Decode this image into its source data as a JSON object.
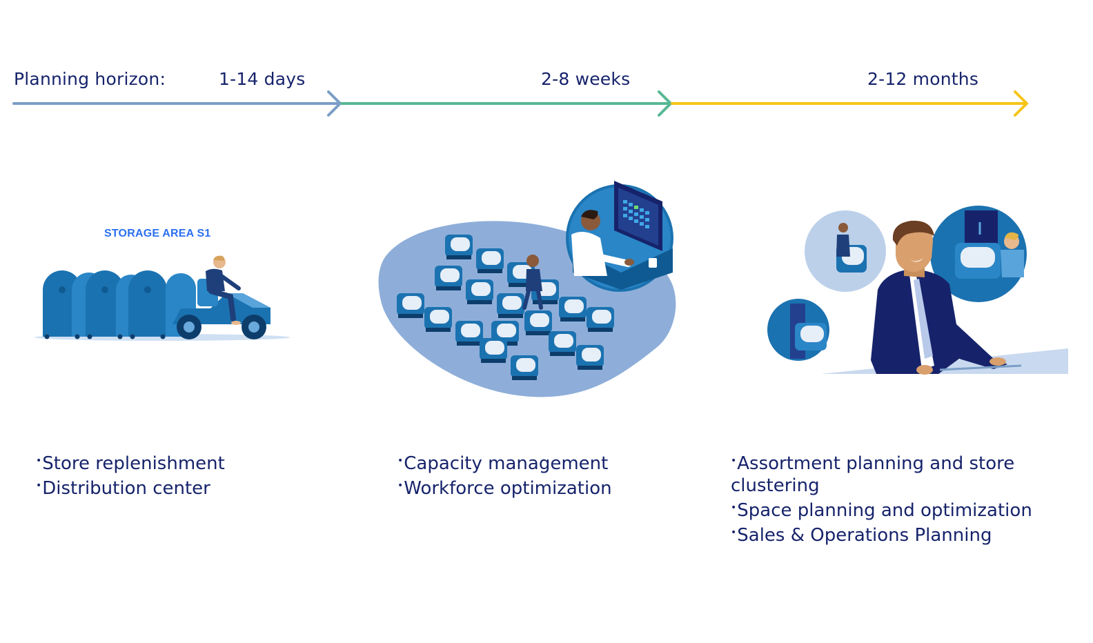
{
  "horizon_label": "Planning horizon:",
  "stages": [
    {
      "period": "1-14 days",
      "color": "#7a9ec6",
      "caption": "STORAGE AREA S1",
      "items": [
        "Store replenishment",
        "Distribution center"
      ]
    },
    {
      "period": "2-8 weeks",
      "color": "#57b894",
      "items": [
        "Capacity management",
        "Workforce optimization"
      ]
    },
    {
      "period": "2-12 months",
      "color": "#f5c518",
      "items": [
        "Assortment planning and store clustering",
        "Space planning and optimization",
        "Sales & Operations Planning"
      ]
    }
  ],
  "colors": {
    "text": "#16236b",
    "illustration_blue": "#1b72b0",
    "blob": "#8eaed9"
  }
}
